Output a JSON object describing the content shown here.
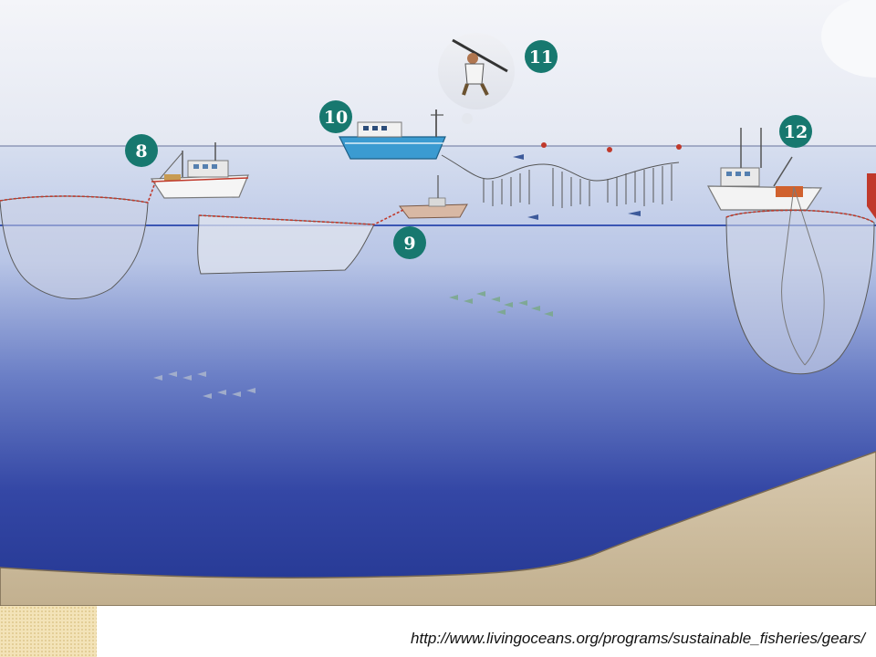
{
  "figure": {
    "labels": [
      "8",
      "9",
      "10",
      "11",
      "12"
    ],
    "source_url": "http://www.livingoceans.org/programs/sustainable_fisheries/gears/"
  },
  "colors": {
    "sky_top": "#eceef5",
    "surface_water": "#c9d4ee",
    "deep_water": "#2a3d98",
    "seabed": "#cfbfa4",
    "badge": "#17786f",
    "hull_blue": "#3b9bd1",
    "net_red": "#c0392b"
  }
}
